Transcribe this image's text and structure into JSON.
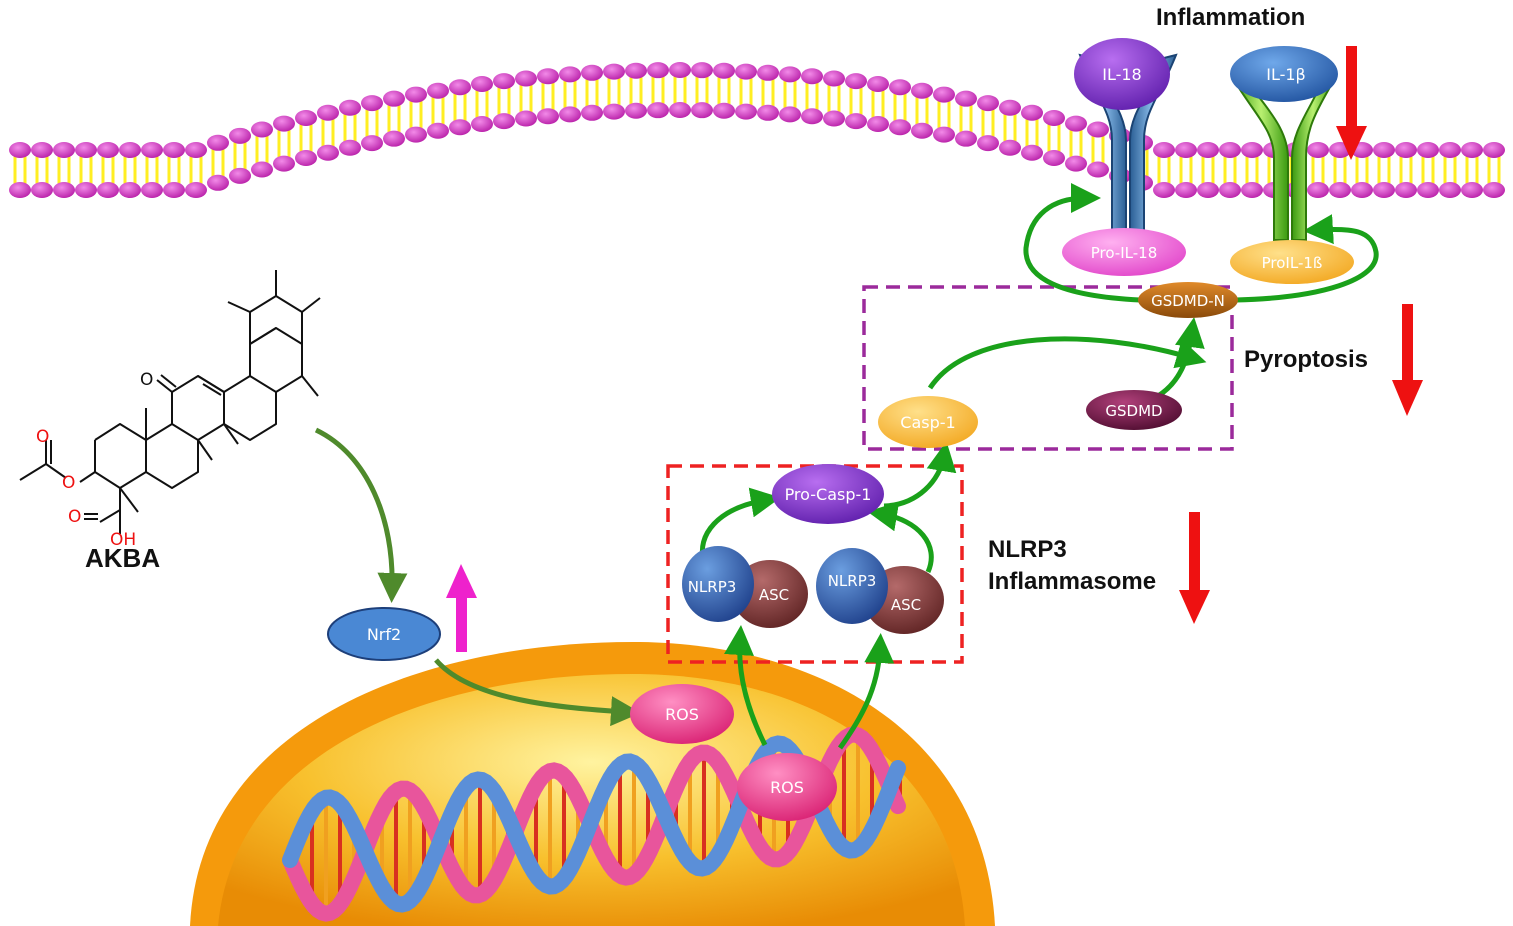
{
  "compound": {
    "name": "AKBA",
    "atom_o_ketone": "O",
    "atom_o_ester": "O",
    "atom_o_carbonyl": "O",
    "atom_o_acid": "O",
    "atom_oh": "OH"
  },
  "nodes": {
    "nrf2": "Nrf2",
    "ros_1": "ROS",
    "ros_2": "ROS",
    "nlrp3_1": "NLRP3",
    "asc_1": "ASC",
    "nlrp3_2": "NLRP3",
    "asc_2": "ASC",
    "pro_casp1": "Pro-Casp-1",
    "casp1": "Casp-1",
    "gsdmd": "GSDMD",
    "gsdmd_n": "GSDMD-N",
    "il18": "IL-18",
    "il1b": "IL-1β",
    "pro_il18": "Pro-IL-18",
    "pro_il1b": "ProIL-1ß"
  },
  "labels": {
    "inflammation": "Inflammation",
    "pyroptosis": "Pyroptosis",
    "nlrp3_line1": "NLRP3",
    "nlrp3_line2": "Inflammasome"
  },
  "colors": {
    "membrane_head": "#d535c9",
    "membrane_tail": "#ffee22",
    "arrow_green": "#1aa11a",
    "arrow_olive": "#4f8a2c",
    "down_arrow": "#ee1111",
    "up_arrow": "#ee22cc",
    "box_red": "#ee2222",
    "box_purple": "#9b2a9b",
    "nucleus": "#f5a20c"
  }
}
